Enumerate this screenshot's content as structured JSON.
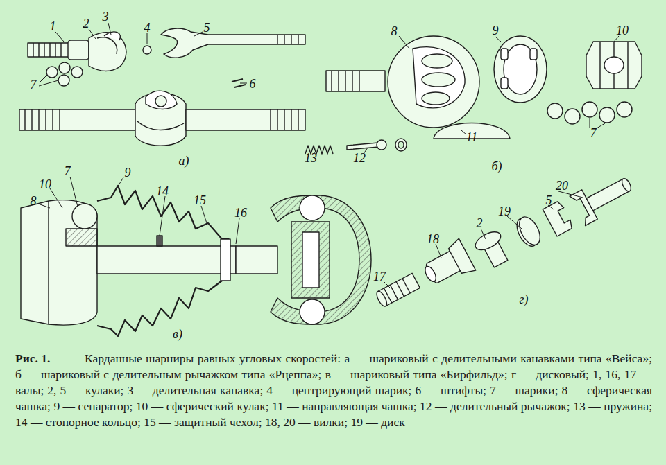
{
  "diagram": {
    "title": "Рис. 1.",
    "caption": "Карданные шарниры равных угловых скоростей: а — шариковый с делительными канавками типа «Вейса»; б — шариковый с делительным рычажком типа «Рцеппа»; в — шариковый типа «Бирфильд»; г — дисковый; 1, 16, 17 — валы; 2, 5 — кулаки; 3 — делительная канавка; 4 — центрирующий шарик; 6 — штифты; 7 — шарики; 8 — сферическая чашка; 9 — сепаратор; 10 — сферический кулак; 11 — направляющая чашка; 12 — делительный рычажок; 13 — пружина; 14 — стопорное кольцо; 15 — защитный чехол; 18, 20 — вилки; 19 — диск",
    "labels": [
      "1",
      "2",
      "3",
      "4",
      "5",
      "6",
      "7",
      "а)",
      "8",
      "9",
      "10",
      "7",
      "11",
      "12",
      "13",
      "б)",
      "10",
      "7",
      "9",
      "14",
      "15",
      "16",
      "8",
      "в)",
      "20",
      "19",
      "5",
      "2",
      "18",
      "17",
      "г)"
    ]
  }
}
